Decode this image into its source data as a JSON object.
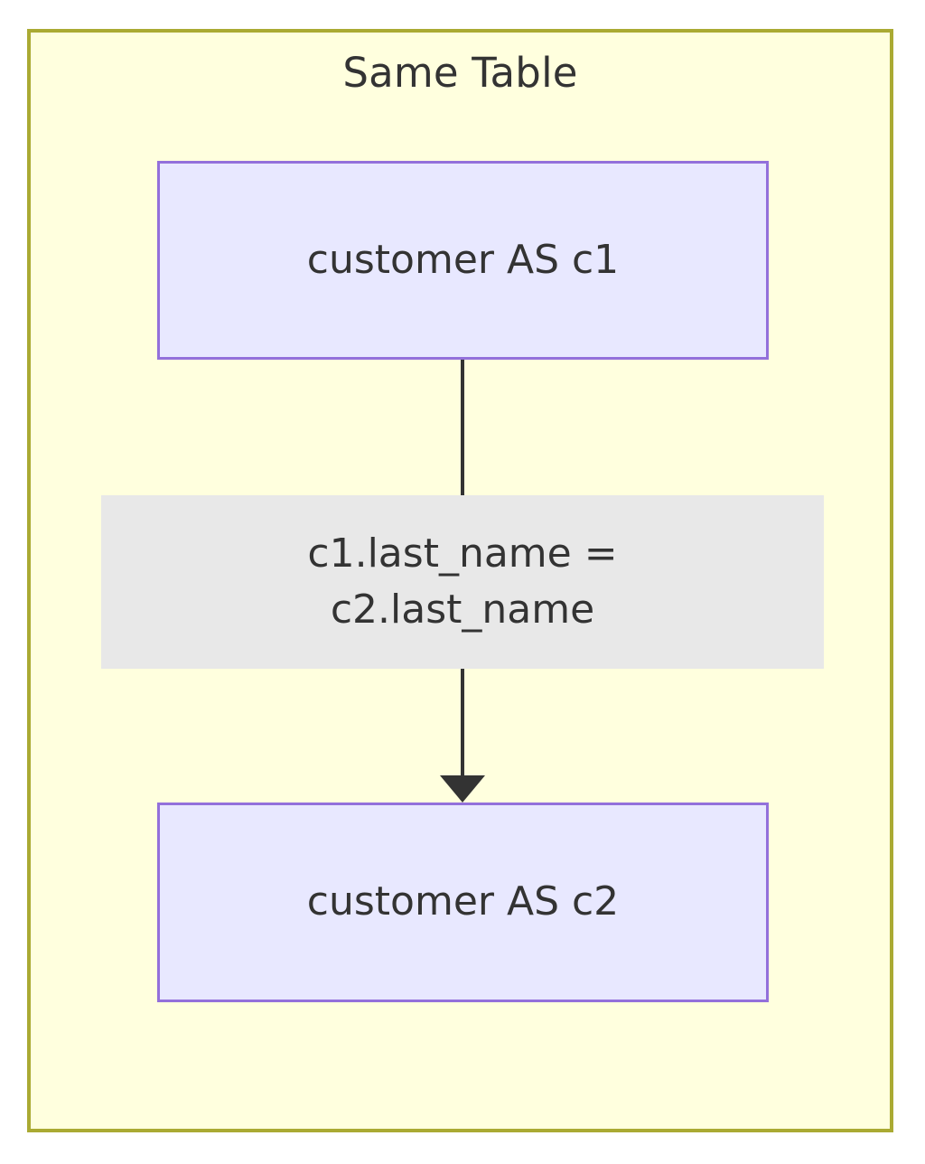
{
  "diagram": {
    "type": "flowchart",
    "direction": "top-to-bottom",
    "subgraph": {
      "id": "same-table",
      "title": "Same Table",
      "fill_color": "#ffffde",
      "border_color": "#aaaa33"
    },
    "nodes": [
      {
        "id": "c1",
        "label": "customer AS c1",
        "fill_color": "#e8e8ff",
        "border_color": "#9370db",
        "text_color": "#333333"
      },
      {
        "id": "c2",
        "label": "customer AS c2",
        "fill_color": "#e8e8ff",
        "border_color": "#9370db",
        "text_color": "#333333"
      }
    ],
    "edges": [
      {
        "from": "c1",
        "to": "c2",
        "arrow": "arrowhead-filled-triangle",
        "line_color": "#333333",
        "label_background": "#e8e8e8",
        "label_lines": [
          "c1.last_name =",
          "c2.last_name"
        ]
      }
    ]
  }
}
